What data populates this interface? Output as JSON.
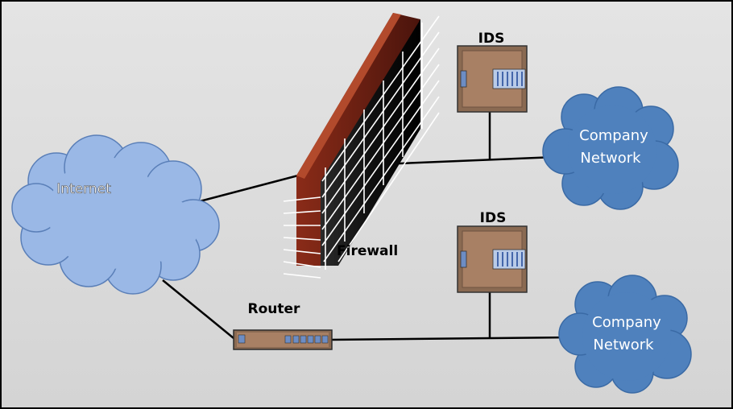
{
  "labels": {
    "internet": "Internet",
    "firewall": "Firewall",
    "router": "Router",
    "ids_top": "IDS",
    "ids_bottom": "IDS",
    "company_top_line1": "Company",
    "company_top_line2": "Network",
    "company_bottom_line1": "Company",
    "company_bottom_line2": "Network"
  },
  "colors": {
    "background": "#dcdcdc",
    "internet_cloud": "#9ab8e6",
    "company_cloud": "#4f81bd",
    "firewall_frame": "#6b1d12",
    "firewall_panel": "#161616",
    "ids_box": "#a57e62",
    "router_body": "#a57e62"
  }
}
